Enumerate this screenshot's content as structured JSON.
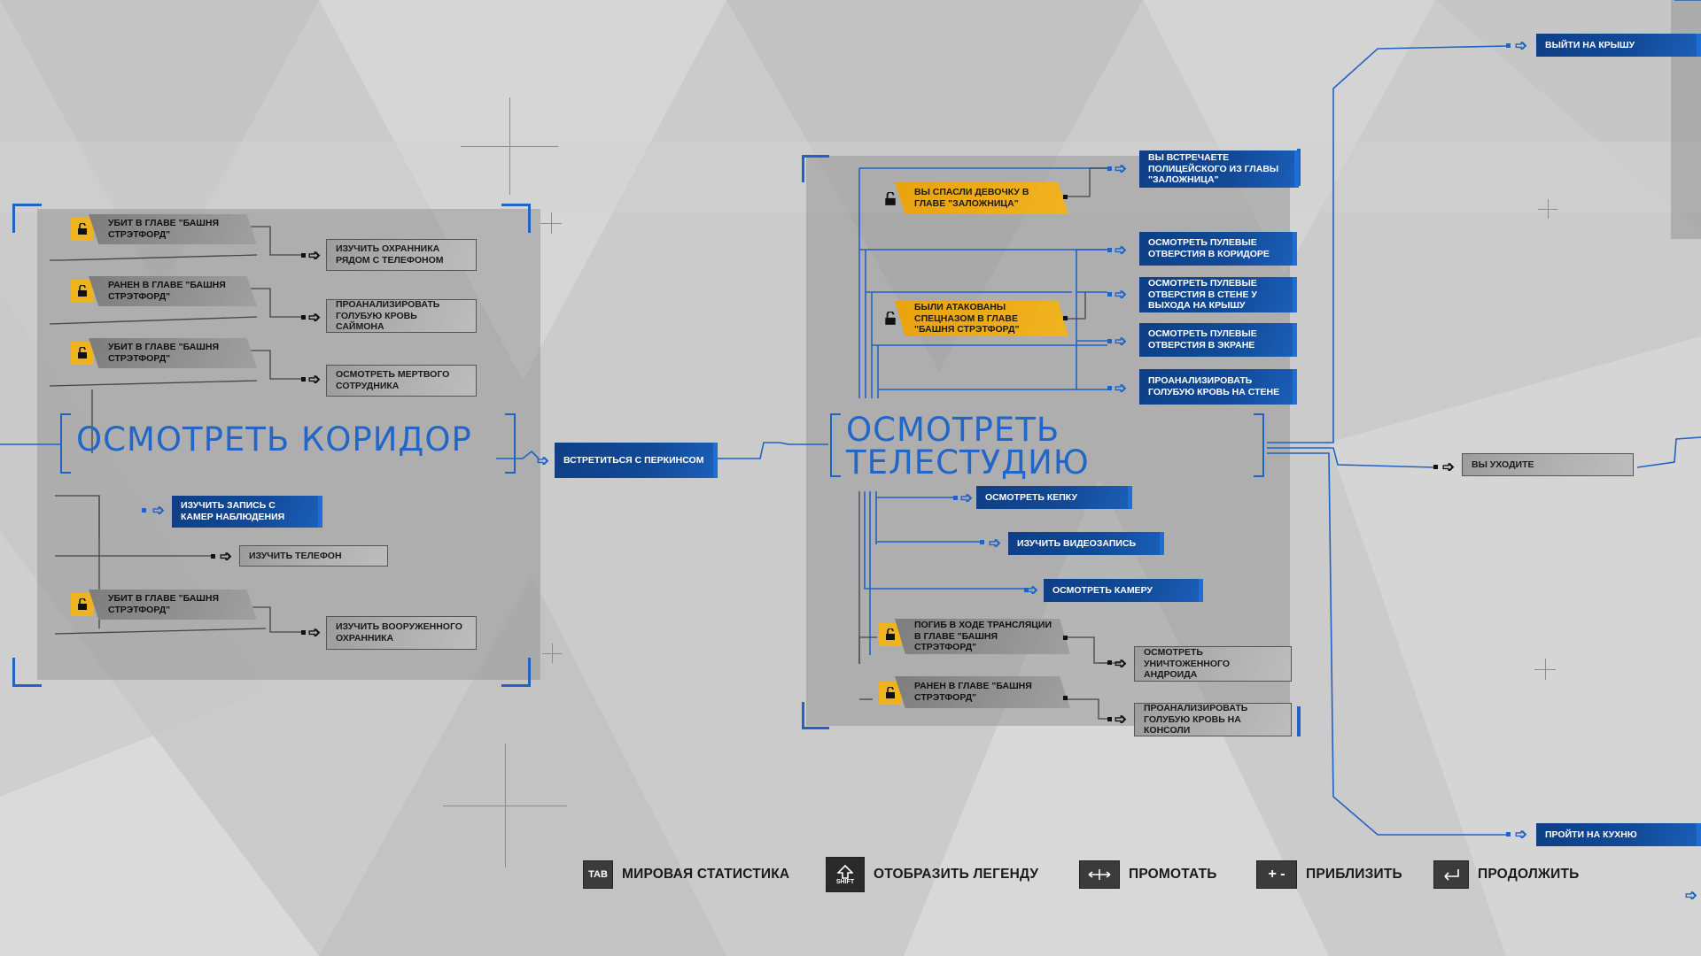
{
  "sections": {
    "left_title": "ОСМОТРЕТЬ КОРИДОР",
    "center_title": "ОСМОТРЕТЬ ТЕЛЕСТУДИЮ"
  },
  "left": {
    "conditions": [
      "УБИТ В ГЛАВЕ \"БАШНЯ СТРЭТФОРД\"",
      "РАНЕН В ГЛАВЕ \"БАШНЯ СТРЭТФОРД\"",
      "УБИТ В ГЛАВЕ \"БАШНЯ СТРЭТФОРД\"",
      "УБИТ В ГЛАВЕ \"БАШНЯ СТРЭТФОРД\""
    ],
    "actions": [
      "ИЗУЧИТЬ ОХРАННИКА РЯДОМ С ТЕЛЕФОНОМ",
      "ПРОАНАЛИЗИРОВАТЬ ГОЛУБУЮ КРОВЬ САЙМОНА",
      "ОСМОТРЕТЬ МЕРТВОГО СОТРУДНИКА",
      "ИЗУЧИТЬ ЗАПИСЬ С КАМЕР НАБЛЮДЕНИЯ",
      "ИЗУЧИТЬ ТЕЛЕФОН",
      "ИЗУЧИТЬ ВООРУЖЕННОГО ОХРАННИКА"
    ],
    "meet": "ВСТРЕТИТЬСЯ С ПЕРКИНСОМ"
  },
  "center": {
    "conditions": [
      "ВЫ СПАСЛИ ДЕВОЧКУ В ГЛАВЕ \"ЗАЛОЖНИЦА\"",
      "БЫЛИ АТАКОВАНЫ СПЕЦНАЗОМ В ГЛАВЕ \"БАШНЯ СТРЭТФОРД\"",
      "ПОГИБ В ХОДЕ ТРАНСЛЯЦИИ В ГЛАВЕ \"БАШНЯ СТРЭТФОРД\"",
      "РАНЕН В ГЛАВЕ \"БАШНЯ СТРЭТФОРД\""
    ],
    "actions": [
      "ВЫ ВСТРЕЧАЕТЕ ПОЛИЦЕЙСКОГО ИЗ ГЛАВЫ \"ЗАЛОЖНИЦА\"",
      "ОСМОТРЕТЬ ПУЛЕВЫЕ ОТВЕРСТИЯ В КОРИДОРЕ",
      "ОСМОТРЕТЬ ПУЛЕВЫЕ ОТВЕРСТИЯ В СТЕНЕ У ВЫХОДА НА КРЫШУ",
      "ОСМОТРЕТЬ ПУЛЕВЫЕ ОТВЕРСТИЯ В ЭКРАНЕ",
      "ПРОАНАЛИЗИРОВАТЬ ГОЛУБУЮ КРОВЬ НА СТЕНЕ",
      "ОСМОТРЕТЬ КЕПКУ",
      "ИЗУЧИТЬ ВИДЕОЗАПИСЬ",
      "ОСМОТРЕТЬ КАМЕРУ",
      "ОСМОТРЕТЬ УНИЧТОЖЕННОГО АНДРОИДА",
      "ПРОАНАЛИЗИРОВАТЬ ГОЛУБУЮ КРОВЬ НА КОНСОЛИ"
    ]
  },
  "right": {
    "roof": "ВЫЙТИ НА КРЫШУ",
    "leave": "ВЫ УХОДИТЕ",
    "kitchen": "ПРОЙТИ НА КУХНЮ"
  },
  "footer": [
    {
      "key": "TAB",
      "label": "МИРОВАЯ СТАТИСТИКА",
      "icon": "tab-key-icon"
    },
    {
      "key": "SHIFT",
      "label": "ОТОБРАЗИТЬ ЛЕГЕНДУ",
      "icon": "shift-key-icon"
    },
    {
      "key": "",
      "label": "ПРОМОТАТЬ",
      "icon": "mouse-move-icon"
    },
    {
      "key": "+ -",
      "label": "ПРИБЛИЗИТЬ",
      "icon": "plus-minus-icon"
    },
    {
      "key": "",
      "label": "ПРОДОЛЖИТЬ",
      "icon": "enter-key-icon"
    }
  ],
  "colors": {
    "accent_blue": "#1f63c3",
    "node_blue": "#124a98",
    "condition_yellow": "#f0b320",
    "background": "#cdcdcd"
  }
}
